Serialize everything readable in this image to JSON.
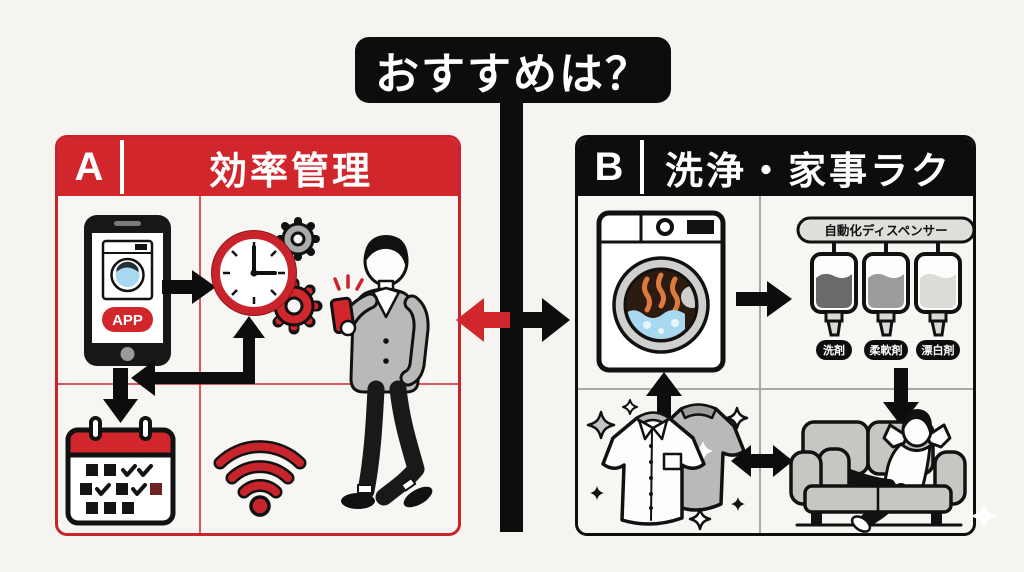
{
  "title": "おすすめは？",
  "panel_a": {
    "label": "A",
    "title": "効率管理",
    "app_badge": "APP"
  },
  "panel_b": {
    "label": "B",
    "title": "洗浄・家事ラク",
    "dispenser_label": "自動化ディスペンサー",
    "bottles": [
      "洗剤",
      "柔軟剤",
      "漂白剤"
    ]
  },
  "colors": {
    "accent_red": "#d1262c",
    "black": "#0d0d0d",
    "background": "#f5f4f1",
    "water_blue": "#a9d9f0"
  }
}
